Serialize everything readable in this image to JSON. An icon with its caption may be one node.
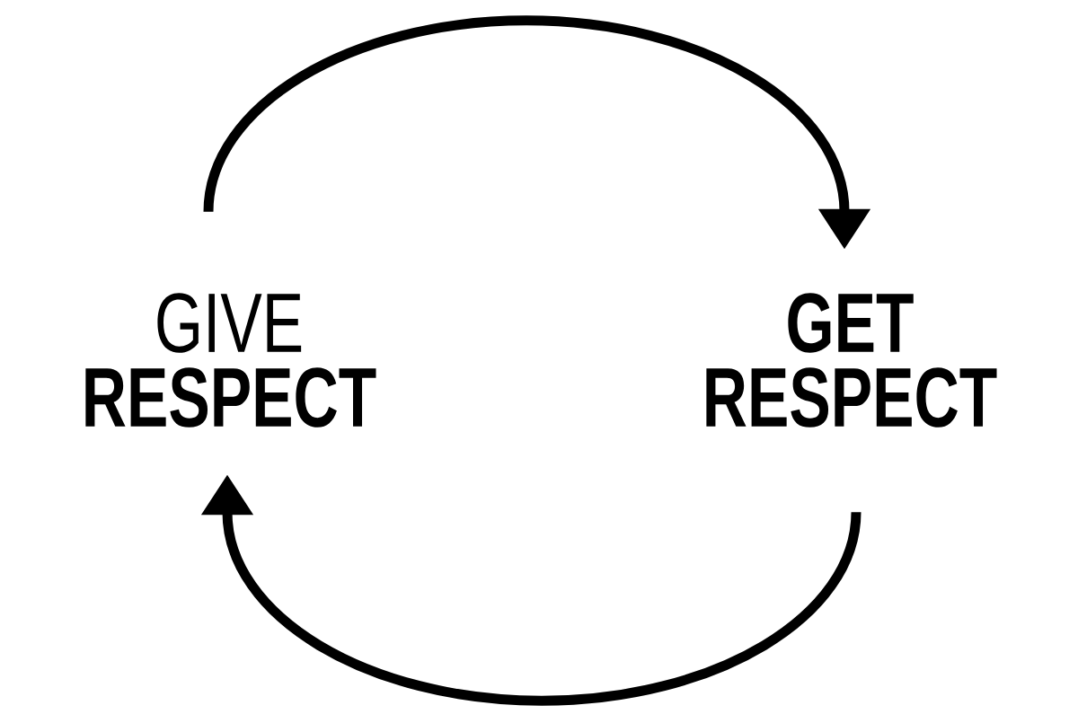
{
  "diagram": {
    "nodes": [
      {
        "text": [
          "GIVE **RESPECT**"
        ]
      },
      {
        "text": [
          "GET RESPECT"
        ]
      }
    ],
    "edges": [
      {
        "from": 0,
        "to": 1,
        "arrow": "to"
      },
      {
        "from": 1,
        "to": 0,
        "arrow": "to"
      }
    ]
  }
}
